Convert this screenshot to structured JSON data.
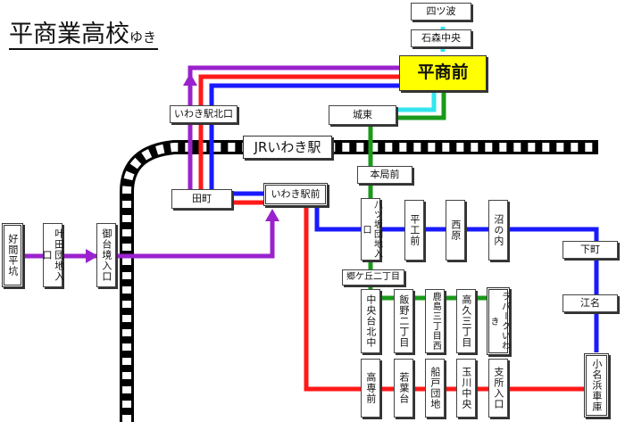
{
  "title": {
    "main": "平商業高校",
    "suffix": "ゆき"
  },
  "jr_line": {
    "label": "JRいわき駅"
  },
  "colors": {
    "purple": "#9a22cc",
    "red": "#ff1a1a",
    "blue": "#1a1aff",
    "cyan": "#33e6ee",
    "green": "#1a9a1a",
    "highlight": "#ffff00",
    "rail": "#000000"
  },
  "stops": {
    "yotsukura": "四ツ波",
    "ishimori": "石森中央",
    "hirasho_mae": "平商前",
    "jo_to": "城東",
    "iwaki_kitaguchi": "いわき駅北口",
    "hon_kyoku_mae": "本局前",
    "tamachi": "田町",
    "iwaki_ekimae": "いわき駅前",
    "yosuma": "好間平坑",
    "kanoda": "叶田団地入口",
    "gotaisakai": "御台境入口",
    "yattsusaka": "八ツ坂団地入口",
    "heiko_mae": "平工前",
    "nishi_hara": "西原",
    "numanouchi": "沼の内",
    "shimomachi": "下町",
    "enami": "江名",
    "gokegaoka": "郷ケ丘二丁目",
    "chuodai_kita": "中央台北中",
    "iino": "飯野二丁目",
    "kashima": "鹿島三丁目西",
    "takaku": "高久三丁目",
    "la_park": "ラパークいわき",
    "kosen_mae": "高専前",
    "wakabadai": "若葉台",
    "funado": "船戸団地",
    "tamagawa": "玉川中央",
    "shisho_iriguchi": "支所入口",
    "onahama_shako": "小名浜車庫"
  }
}
